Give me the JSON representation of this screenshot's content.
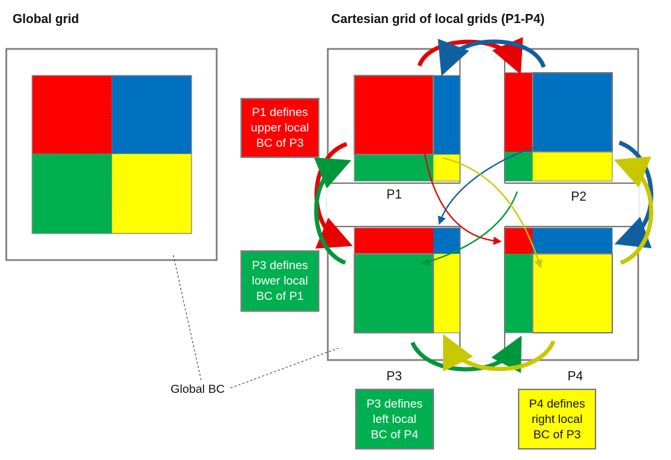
{
  "titles": {
    "global": "Global grid",
    "local": "Cartesian grid of local grids (P1-P4)"
  },
  "panels": {
    "p1": "P1",
    "p2": "P2",
    "p3": "P3",
    "p4": "P4"
  },
  "notes": {
    "p1_upper": "P1 defines\nupper local\nBC of P3",
    "p3_lower": "P3 defines\nlower local\nBC of P1",
    "p3_left": "P3 defines\nleft local\nBC of P4",
    "p4_right": "P4 defines\nright local\nBC of P3"
  },
  "global_bc": "Global BC",
  "colors": {
    "red": "#ff0000",
    "blue": "#0070c0",
    "green": "#00b050",
    "yellow": "#ffff00",
    "border": "#7f7f7f",
    "red_arrow": "#e60000",
    "blue_arrow": "#1060a0",
    "green_arrow": "#00963c",
    "yellow_arrow": "#c8c800"
  }
}
